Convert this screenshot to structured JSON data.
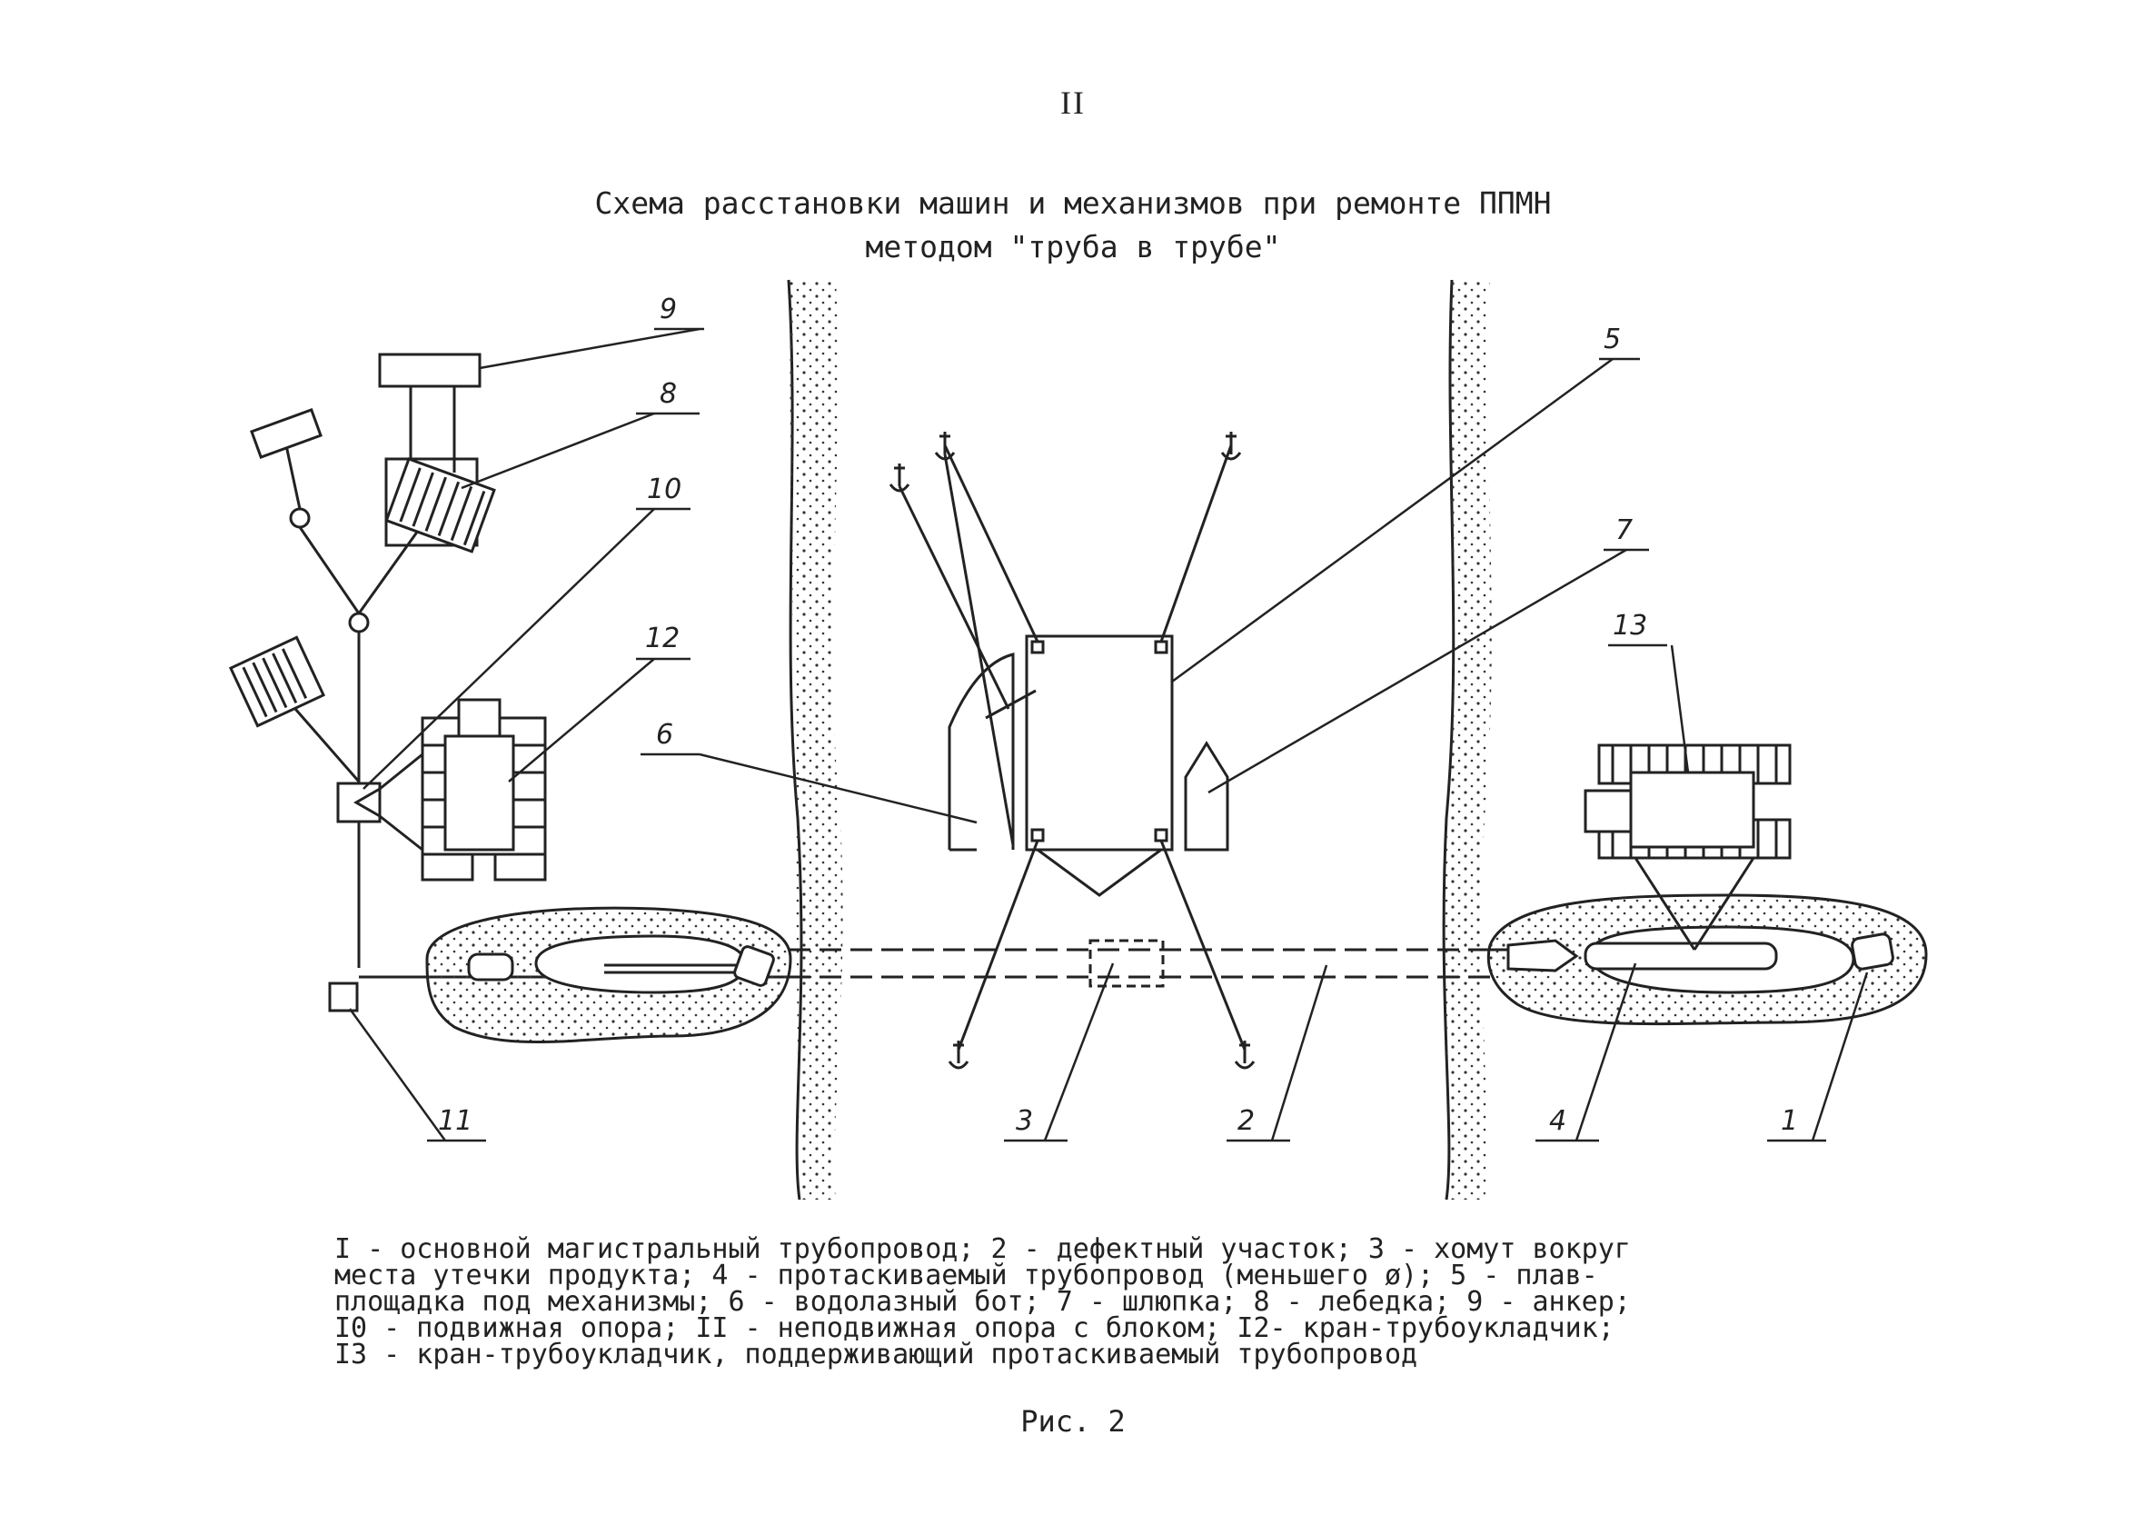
{
  "page_number": "II",
  "title": {
    "line1": "Схема расстановки машин и механизмов при ремонте ППМН",
    "line2": "методом \"труба в трубе\""
  },
  "labels": {
    "n1": "1",
    "n2": "2",
    "n3": "3",
    "n4": "4",
    "n5": "5",
    "n6": "6",
    "n7": "7",
    "n8": "8",
    "n9": "9",
    "n10": "10",
    "n11": "11",
    "n12": "12",
    "n13": "13"
  },
  "legend": [
    "I - основной магистральный трубопровод; 2 - дефектный участок; 3 - хомут вокруг",
    "места утечки продукта; 4 - протаскиваемый трубопровод (меньшего ø); 5 - плав-",
    "площадка под механизмы; 6 - водолазный бот; 7 - шлюпка; 8 - лебедка; 9 - анкер;",
    "I0 - подвижная опора; II - неподвижная опора с блоком; I2- кран-трубоукладчик;",
    "I3 - кран-трубоукладчик, поддерживающий протаскиваемый трубопровод"
  ],
  "caption": "Рис. 2"
}
